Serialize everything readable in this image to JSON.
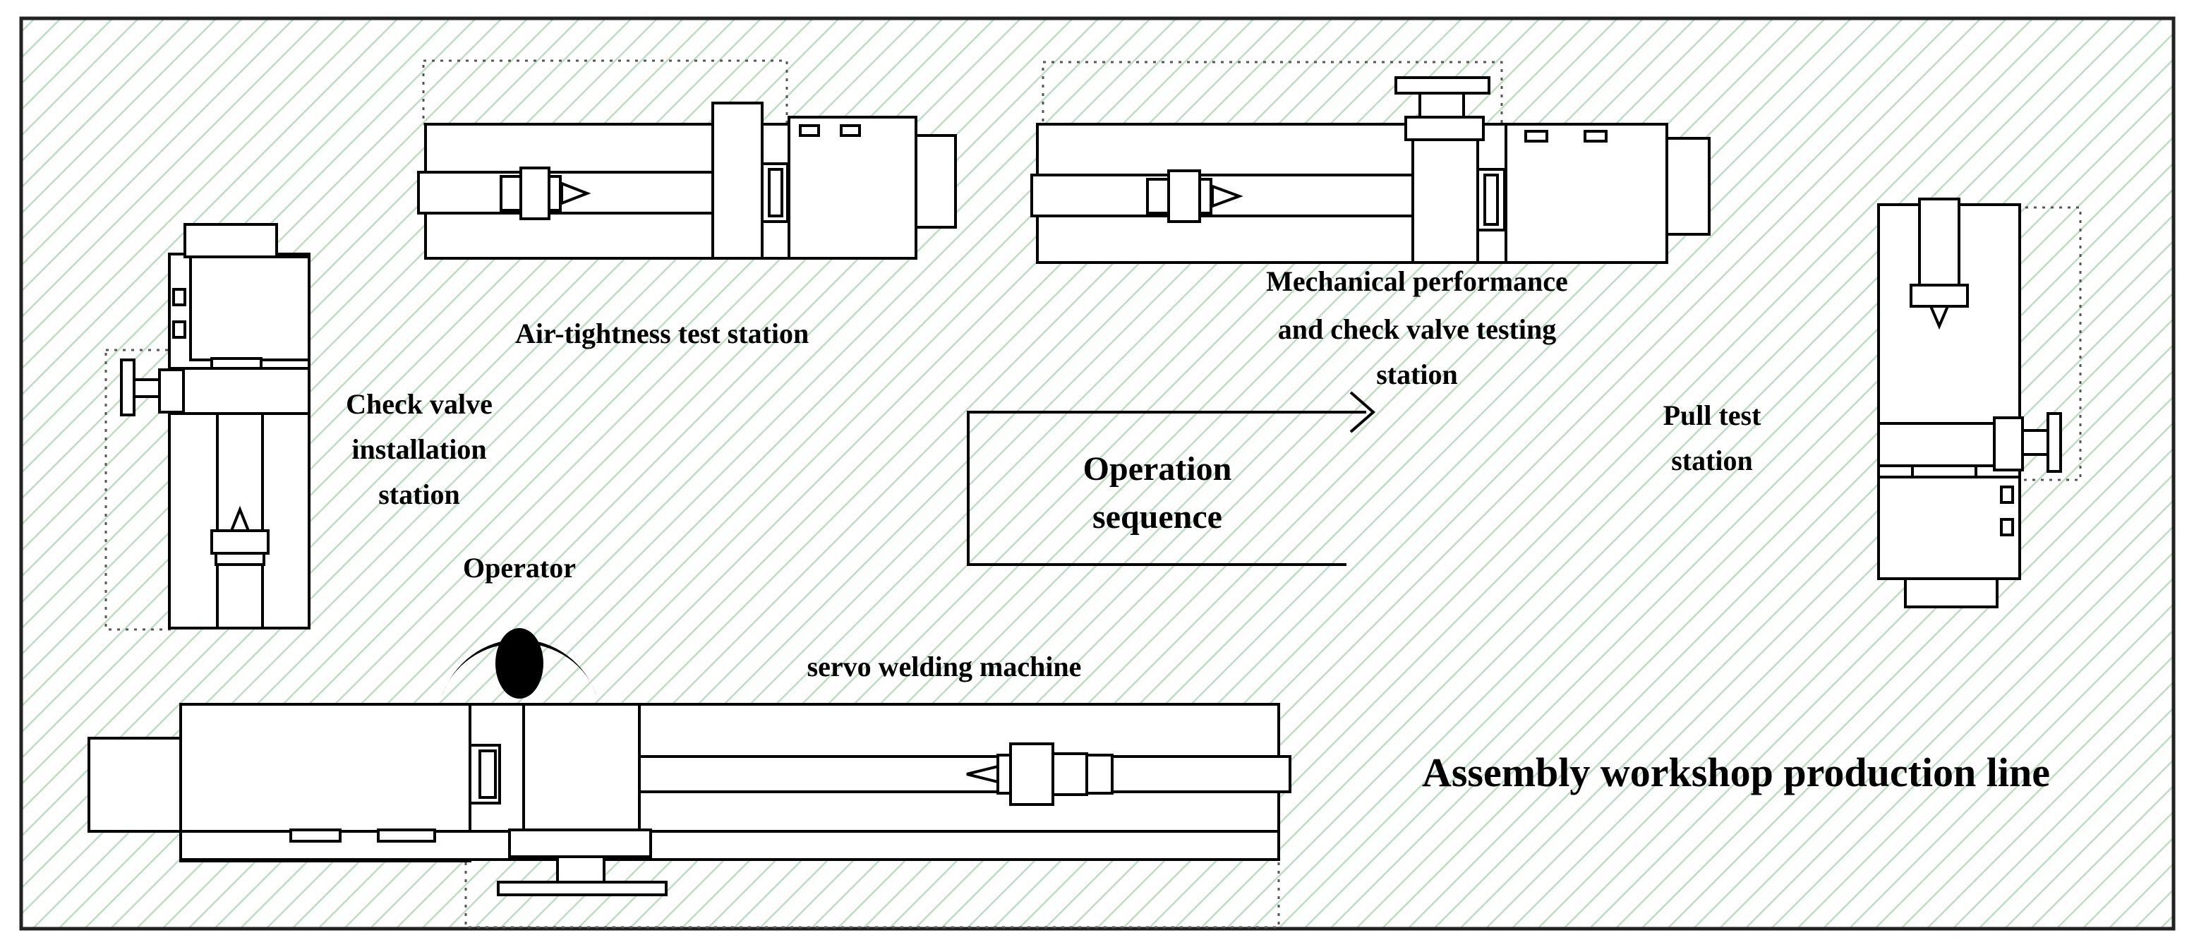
{
  "labels": {
    "airtight": "Air-tightness test station",
    "mech_line1": "Mechanical performance",
    "mech_line2": "and check valve testing",
    "mech_line3": "station",
    "checkvalve_line1": "Check valve",
    "checkvalve_line2": "installation",
    "checkvalve_line3": "station",
    "pull_line1": "Pull test",
    "pull_line2": "station",
    "operation_line1": "Operation",
    "operation_line2": "sequence",
    "operator": "Operator",
    "servo": "servo welding machine",
    "workshop": "Assembly workshop production line"
  },
  "colors": {
    "hatch": "#bcdcc4",
    "line": "#000000",
    "equipment_fill": "#ffffff"
  }
}
